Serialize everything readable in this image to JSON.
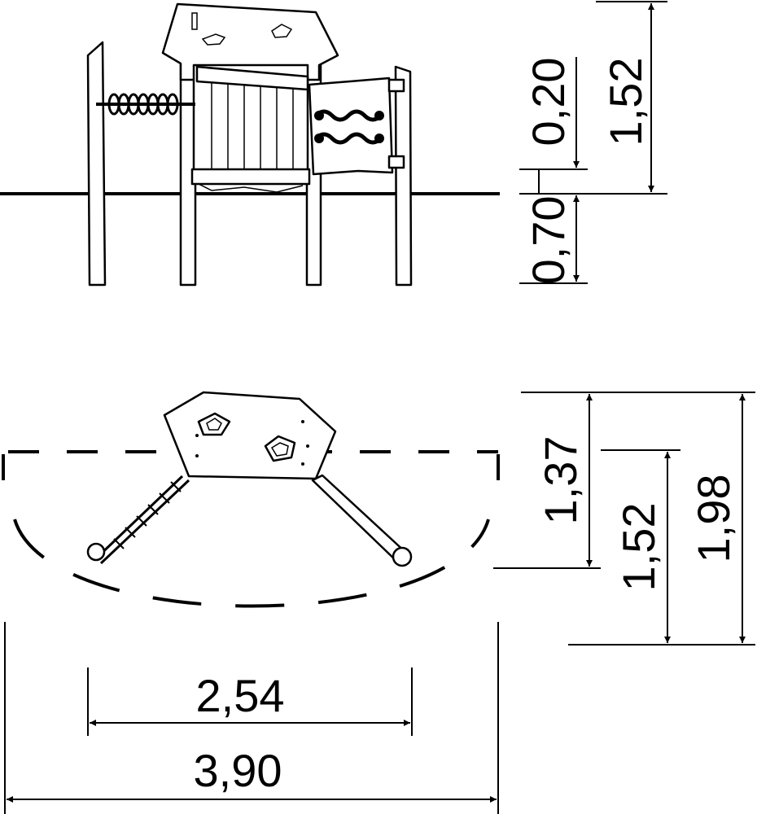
{
  "elevation_view": {
    "dimensions": {
      "platform_height": "0,20",
      "total_height": "1,52",
      "foundation_depth": "0,70"
    }
  },
  "plan_view": {
    "dimensions": {
      "depth_inner": "1,37",
      "depth_mid": "1,52",
      "depth_total": "1,98",
      "width_inner": "2,54",
      "width_total": "3,90"
    }
  },
  "colors": {
    "line": "#000000",
    "background": "#ffffff"
  }
}
